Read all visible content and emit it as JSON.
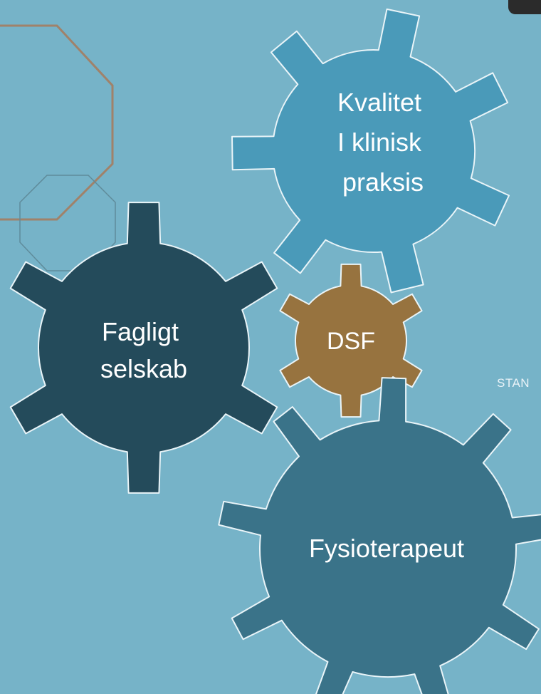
{
  "colors": {
    "background": "#76b3c8",
    "gear_kvalitet": "#4a9ab9",
    "gear_fagligt": "#244b5b",
    "gear_dsf": "#97733f",
    "gear_fysio": "#3a7389",
    "octagon_large": "#a0826a",
    "octagon_small": "#5f8b9a",
    "gear_stroke": "#e9f4f8",
    "corner_shape": "#2b2b2b"
  },
  "gears": {
    "kvalitet": {
      "lines": [
        "Kvalitet",
        "I klinisk",
        "praksis"
      ],
      "icon": "gear-icon"
    },
    "fagligt": {
      "lines": [
        "Fagligt",
        "selskab"
      ],
      "icon": "gear-icon"
    },
    "dsf": {
      "lines": [
        "DSF"
      ],
      "icon": "gear-icon"
    },
    "fysioterapeut": {
      "lines": [
        "Fysioterapeut"
      ],
      "icon": "gear-icon"
    }
  },
  "side_text": "STAN"
}
